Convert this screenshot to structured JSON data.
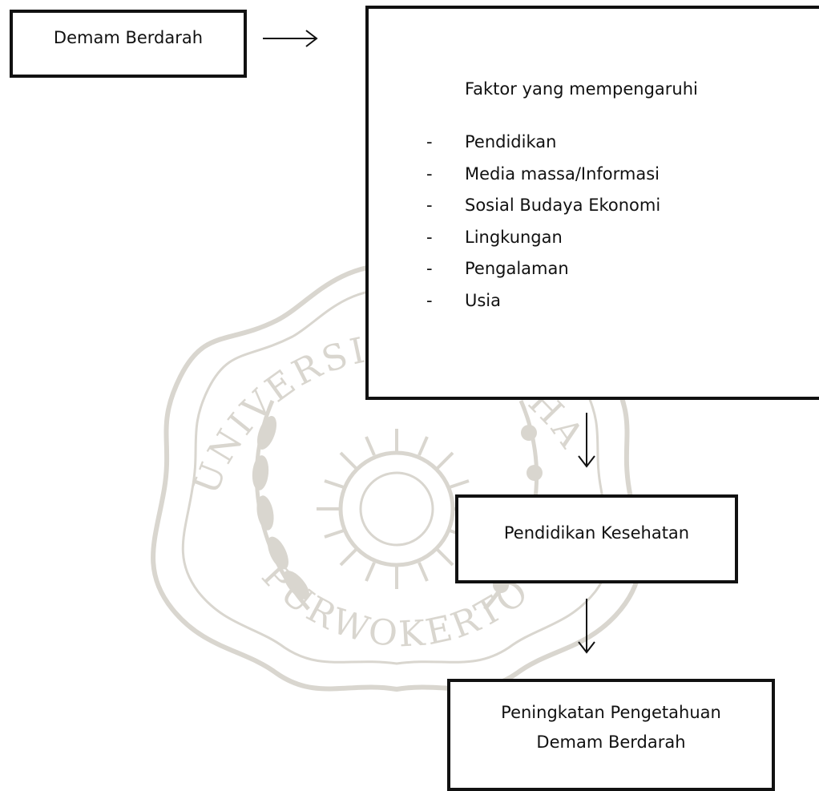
{
  "nodes": {
    "demam_berdarah": "Demam Berdarah",
    "faktor_heading": "Faktor yang mempengaruhi",
    "faktor_items": [
      "Pendidikan",
      "Media massa/Informasi",
      "Sosial Budaya Ekonomi",
      "Lingkungan",
      "Pengalaman",
      "Usia"
    ],
    "list_marker": "-",
    "pendidikan_kesehatan": "Pendidikan Kesehatan",
    "peningkatan_line1": "Peningkatan Pengetahuan",
    "peningkatan_line2": "Demam Berdarah"
  },
  "watermark": {
    "seal_text_top": "UNIVERSITAS MUHAMMADIYAH",
    "seal_text_bottom": "PURWOKERTO",
    "color": "#d9d6cf"
  },
  "colors": {
    "border": "#111111",
    "text": "#111111",
    "background": "#ffffff"
  },
  "edges": [
    {
      "from": "demam_berdarah",
      "to": "faktor_heading",
      "direction": "right"
    },
    {
      "from": "faktor_heading",
      "to": "pendidikan_kesehatan",
      "direction": "down"
    },
    {
      "from": "pendidikan_kesehatan",
      "to": "peningkatan_line1",
      "direction": "down"
    }
  ]
}
